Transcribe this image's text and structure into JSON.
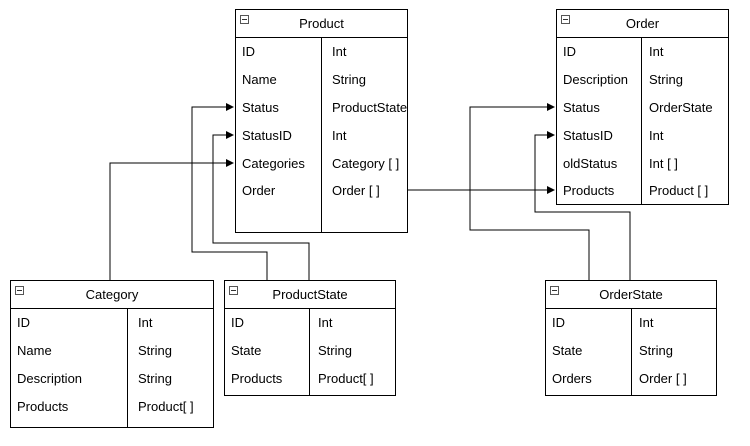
{
  "entities": {
    "product": {
      "title": "Product",
      "fields": [
        {
          "name": "ID",
          "type": "Int"
        },
        {
          "name": "Name",
          "type": "String"
        },
        {
          "name": "Status",
          "type": "ProductState"
        },
        {
          "name": "StatusID",
          "type": "Int"
        },
        {
          "name": "Categories",
          "type": "Category [ ]"
        },
        {
          "name": "Order",
          "type": "Order [ ]"
        }
      ]
    },
    "order": {
      "title": "Order",
      "fields": [
        {
          "name": "ID",
          "type": "Int"
        },
        {
          "name": "Description",
          "type": "String"
        },
        {
          "name": "Status",
          "type": "OrderState"
        },
        {
          "name": "StatusID",
          "type": "Int"
        },
        {
          "name": "oldStatus",
          "type": "Int [ ]"
        },
        {
          "name": "Products",
          "type": "Product [ ]"
        }
      ]
    },
    "category": {
      "title": "Category",
      "fields": [
        {
          "name": "ID",
          "type": "Int"
        },
        {
          "name": "Name",
          "type": "String"
        },
        {
          "name": "Description",
          "type": "String"
        },
        {
          "name": "Products",
          "type": "Product[ ]"
        }
      ]
    },
    "productstate": {
      "title": "ProductState",
      "fields": [
        {
          "name": "ID",
          "type": "Int"
        },
        {
          "name": "State",
          "type": "String"
        },
        {
          "name": "Products",
          "type": "Product[ ]"
        }
      ]
    },
    "orderstate": {
      "title": "OrderState",
      "fields": [
        {
          "name": "ID",
          "type": "Int"
        },
        {
          "name": "State",
          "type": "String"
        },
        {
          "name": "Orders",
          "type": "Order [ ]"
        }
      ]
    }
  },
  "relations": [
    {
      "from": "category",
      "to": "product.Categories"
    },
    {
      "from": "productstate",
      "to": "product.Status"
    },
    {
      "from": "productstate",
      "to": "product.StatusID"
    },
    {
      "from": "product.Order",
      "to": "order.Products"
    },
    {
      "from": "orderstate",
      "to": "order.Status"
    },
    {
      "from": "orderstate",
      "to": "order.StatusID"
    }
  ]
}
